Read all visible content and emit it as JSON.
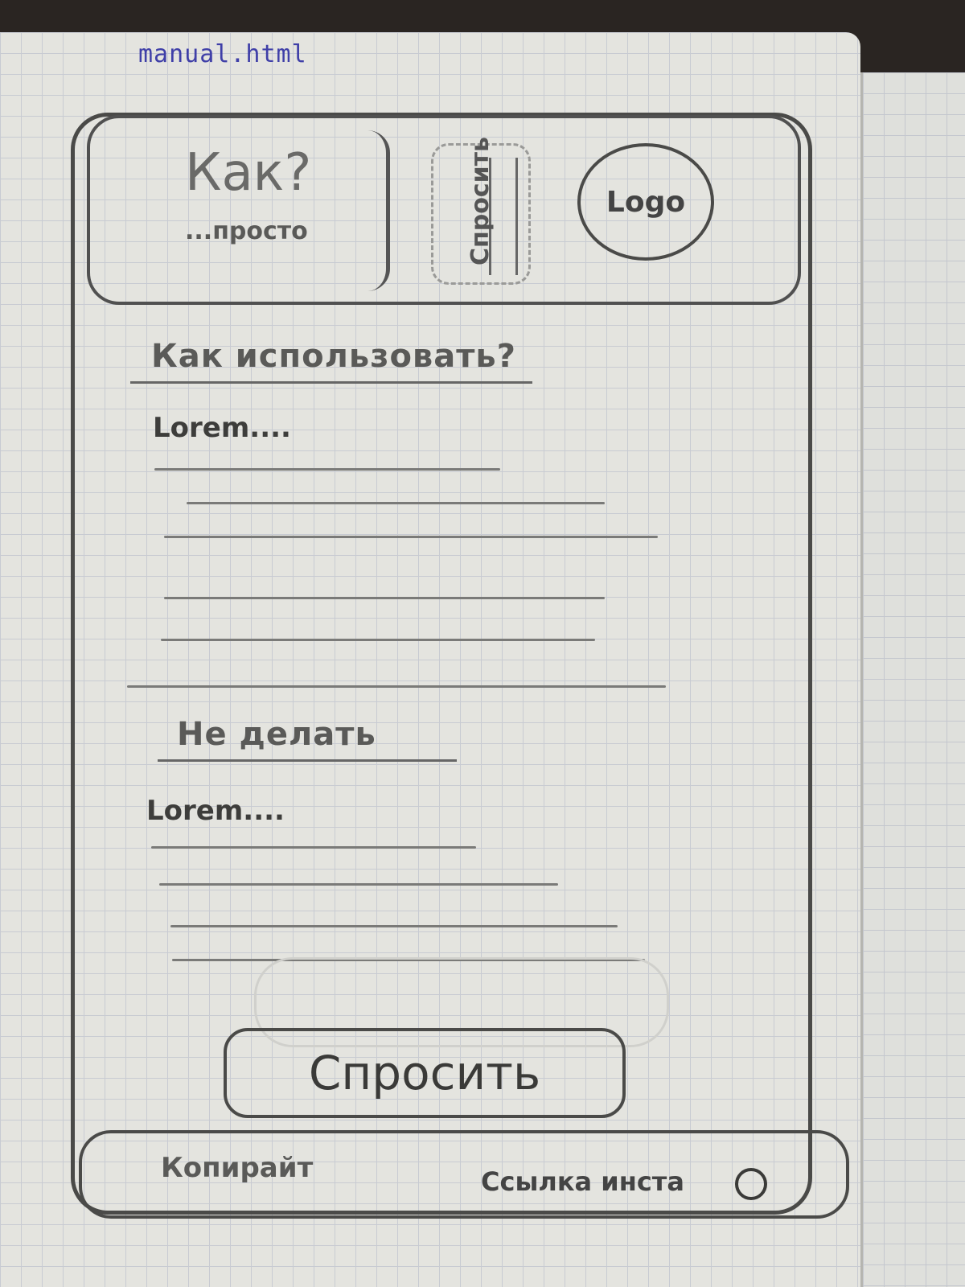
{
  "file_label": "manual.html",
  "header": {
    "brand_title": "Как?",
    "brand_subtitle": "...просто",
    "ask_tab_label": "Спросить",
    "logo_label": "Logo"
  },
  "sections": [
    {
      "title": "Как использовать?",
      "lead": "Lorem...."
    },
    {
      "title": "Не делать",
      "lead": "Lorem...."
    }
  ],
  "ask_button_label": "Спросить",
  "footer": {
    "copyright": "Копирайт",
    "link_label": "Ссылка инста"
  }
}
